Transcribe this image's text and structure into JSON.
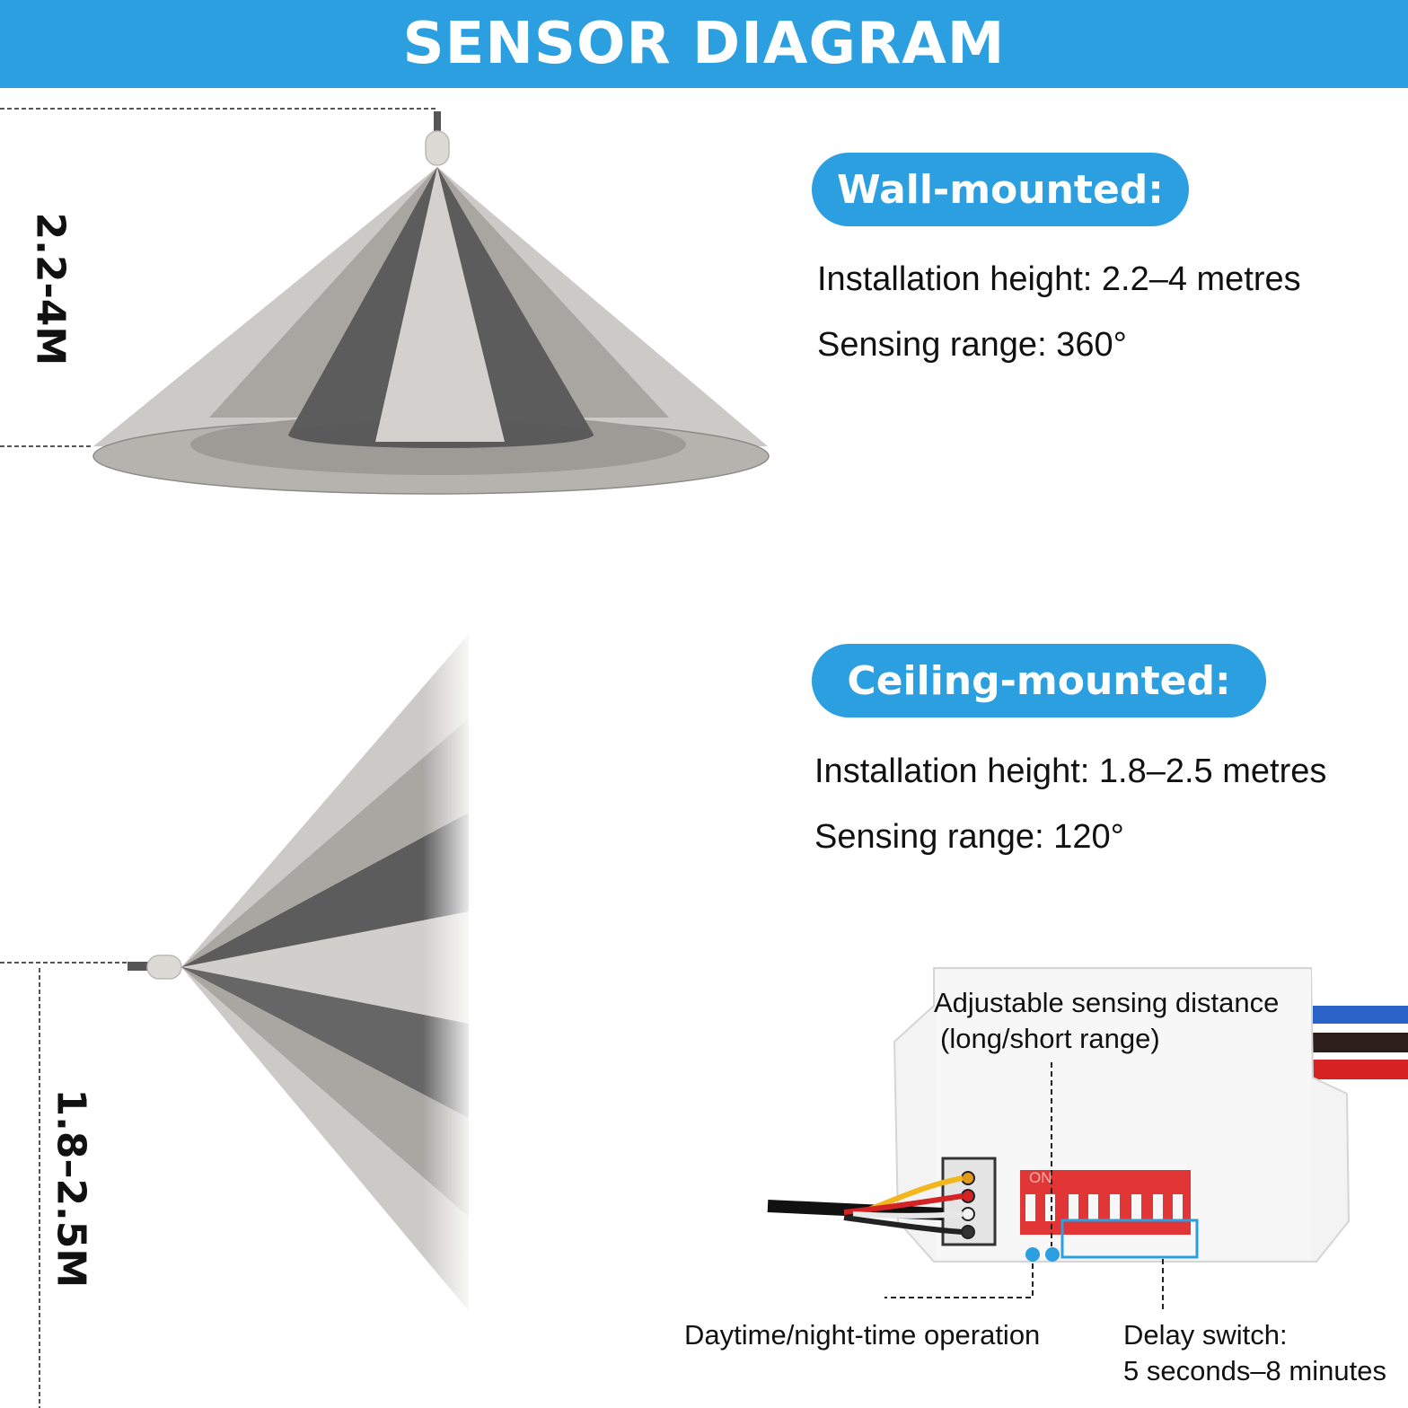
{
  "title": "SENSOR DIAGRAM",
  "wall": {
    "heading": "Wall-mounted:",
    "installation_height": "Installation height: 2.2–4 metres",
    "sensing_range": "Sensing range: 360°",
    "height_label": "2.2-4M"
  },
  "ceiling": {
    "heading": "Ceiling-mounted:",
    "installation_height": "Installation height: 1.8–2.5 metres",
    "sensing_range": "Sensing range: 120°",
    "height_label": "1.8–2.5M"
  },
  "module": {
    "distance_line1": "Adjustable sensing distance",
    "distance_line2": "(long/short range)",
    "day_night": "Daytime/night-time operation",
    "delay_line1": "Delay switch:",
    "delay_line2": "5 seconds–8 minutes",
    "switch_mark": "ON"
  },
  "colors": {
    "accent": "#2b9fe0",
    "switch_red": "#e53535",
    "cone_light": "#c9c8c4",
    "cone_dark": "#5a5a5a"
  }
}
